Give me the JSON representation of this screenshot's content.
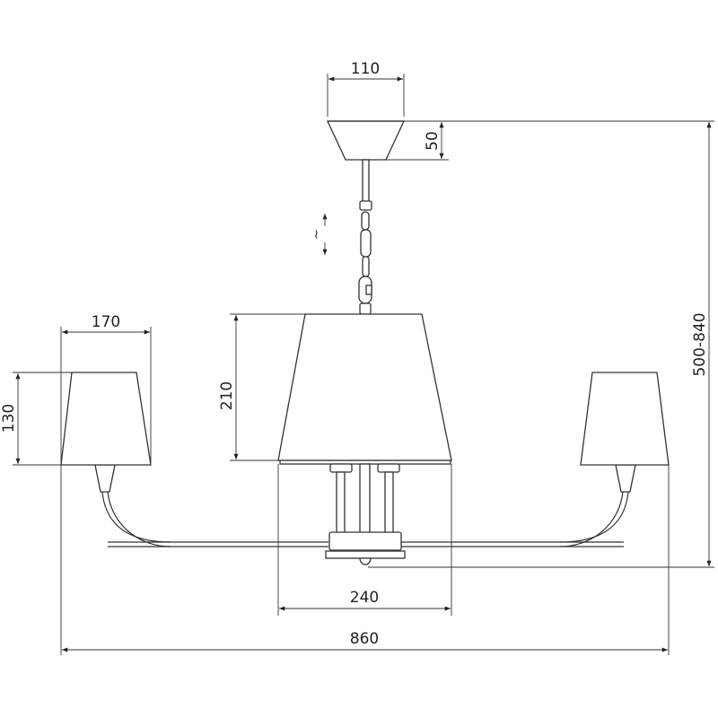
{
  "dimensions": {
    "canopy_width": "110",
    "canopy_height": "50",
    "adjustable_symbol": "~",
    "overall_height": "500-840",
    "side_shade_width": "170",
    "side_shade_height": "130",
    "center_shade_height": "210",
    "center_shade_width": "240",
    "overall_width": "860"
  },
  "colors": {
    "line": "#333333",
    "background": "#ffffff"
  }
}
